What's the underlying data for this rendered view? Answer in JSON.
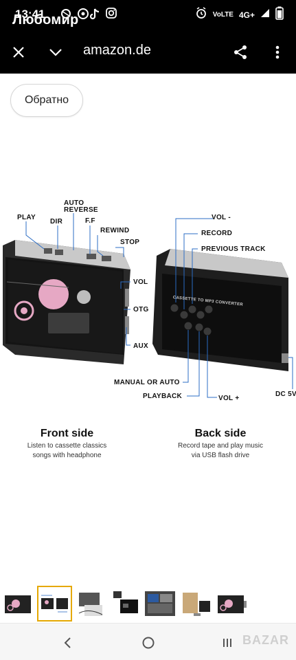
{
  "status": {
    "time": "13:41",
    "contact_name": "Любомир",
    "network_top": "VoLTE",
    "signal_label": "4G+"
  },
  "appbar": {
    "url": "amazon.de"
  },
  "back_button": {
    "label": "Обратно"
  },
  "product_image": {
    "front_callouts": {
      "play": "PLAY",
      "dir": "DIR",
      "auto": "AUTO",
      "reverse": "REVERSE",
      "ff": "F.F",
      "rewind": "REWIND",
      "stop": "STOP",
      "vol": "VOL",
      "otg": "OTG",
      "aux": "AUX"
    },
    "back_callouts": {
      "vol_minus": "VOL -",
      "record": "RECORD",
      "previous_track": "PREVIOUS TRACK",
      "manual_or_auto": "MANUAL OR AUTO",
      "playback": "PLAYBACK",
      "vol_plus": "VOL +",
      "dc5v": "DC 5V"
    },
    "back_panel_text": "CASSETTE TO MP3 CONVERTER",
    "front_side": {
      "title": "Front side",
      "desc_line1": "Listen to cassette classics",
      "desc_line2": "songs with headphone"
    },
    "back_side": {
      "title": "Back side",
      "desc_line1": "Record tape and play music",
      "desc_line2": "via USB flash drive"
    }
  },
  "thumbnails": {
    "count": 7,
    "selected_index": 1
  },
  "watermark": "BAZAR",
  "colors": {
    "topbar": "#000000",
    "thumb_selected": "#e5a800",
    "cassette_pink": "#e6a8c4"
  }
}
